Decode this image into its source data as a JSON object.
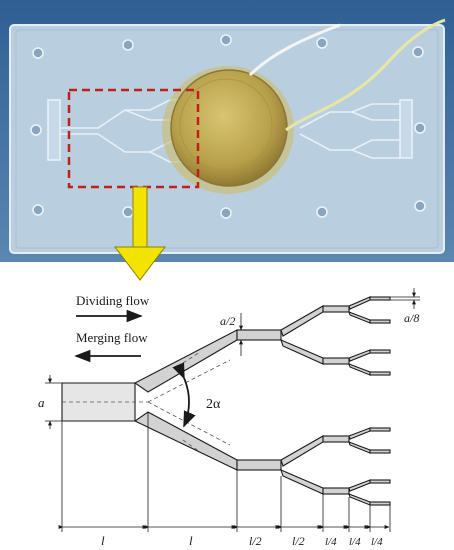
{
  "labels": {
    "dividing_flow": "Dividing flow",
    "merging_flow": "Merging flow",
    "a": "a",
    "a_half": "a/2",
    "a_eighth": "a/8",
    "two_alpha": "2α",
    "l": "l",
    "l_half": "l/2",
    "l_quarter": "l/4"
  },
  "colors": {
    "photo_bg": "#3f6f9e",
    "plate": "#b9cfe0",
    "disc_gold": "#c9b45c",
    "highlight_box": "#c0201a",
    "arrow_yellow": "#f2e400",
    "channel_fill": "#d2d2d2",
    "ink": "#1a1a1a"
  },
  "icons": {
    "down_arrow": "yellow-down-arrow-icon",
    "right_arrow": "right-arrow-icon",
    "left_arrow": "left-arrow-icon"
  }
}
